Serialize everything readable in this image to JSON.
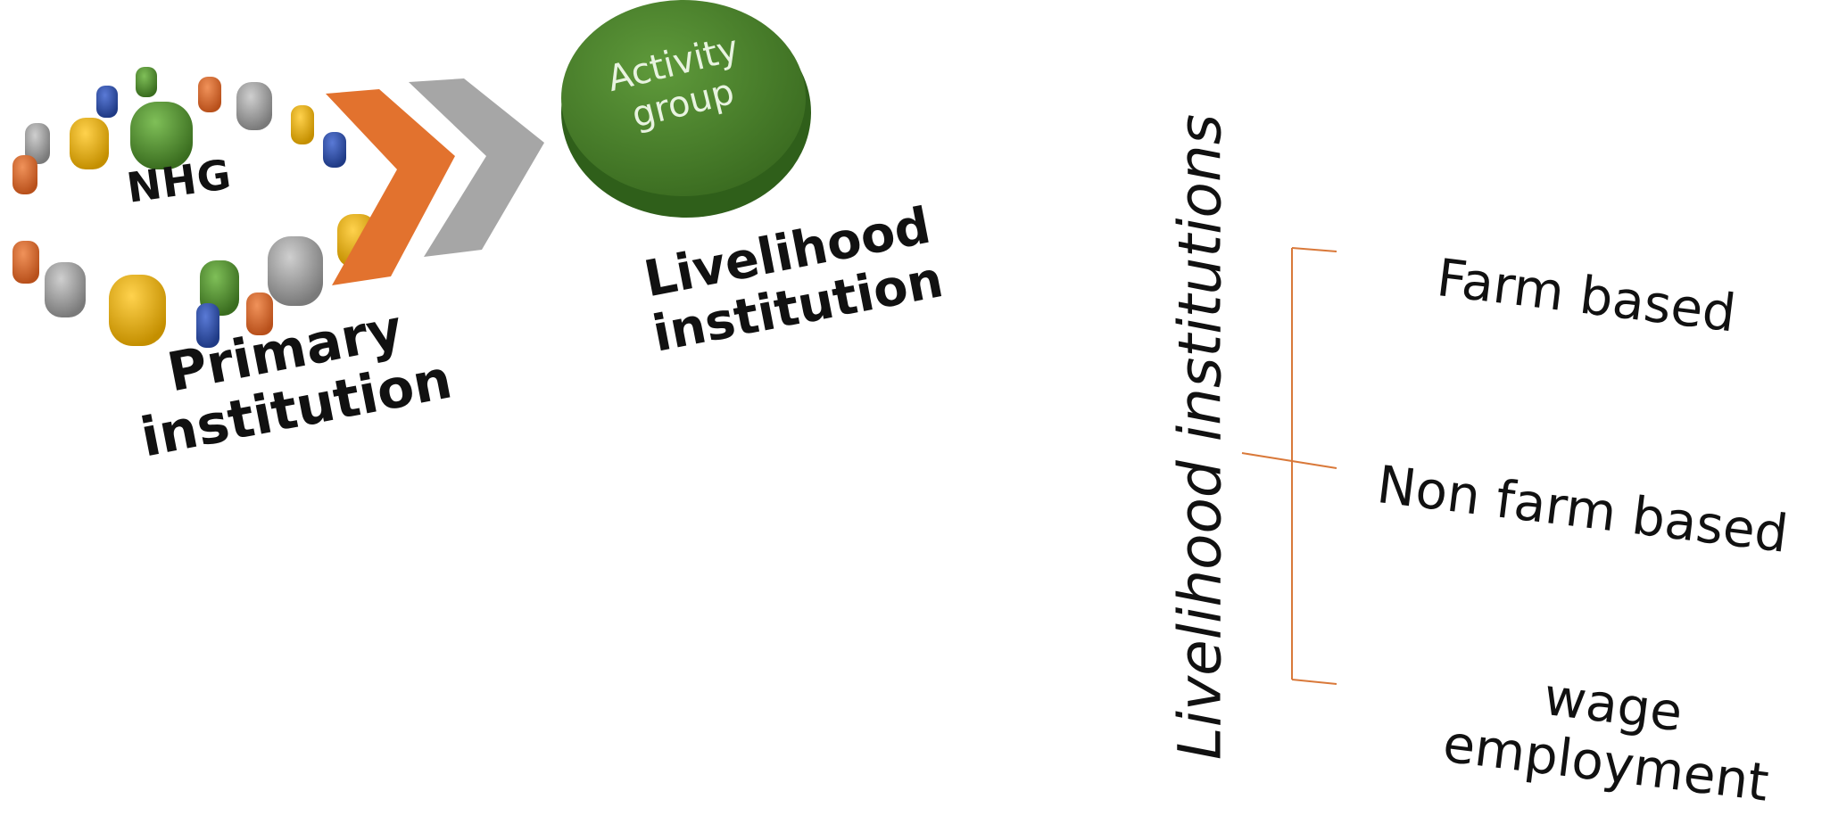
{
  "primary": {
    "node_label": "NHG",
    "title_line1": "Primary",
    "title_line2": "institution"
  },
  "activity": {
    "line1": "Activity",
    "line2": "group"
  },
  "livelihood_institution": {
    "line1": "Livelihood",
    "line2": "institution"
  },
  "categories": {
    "heading": "Livelihood institutions",
    "items": [
      "Farm based",
      "Non farm based",
      "wage employment"
    ],
    "wage_line1": "wage",
    "wage_line2": "employment"
  },
  "colors": {
    "orange": "#d96a2b",
    "gray": "#9a9a9a",
    "green": "#4f8a2e",
    "yellow": "#e8b40c",
    "blue": "#2f4fa8",
    "bracket": "#d9793a"
  }
}
